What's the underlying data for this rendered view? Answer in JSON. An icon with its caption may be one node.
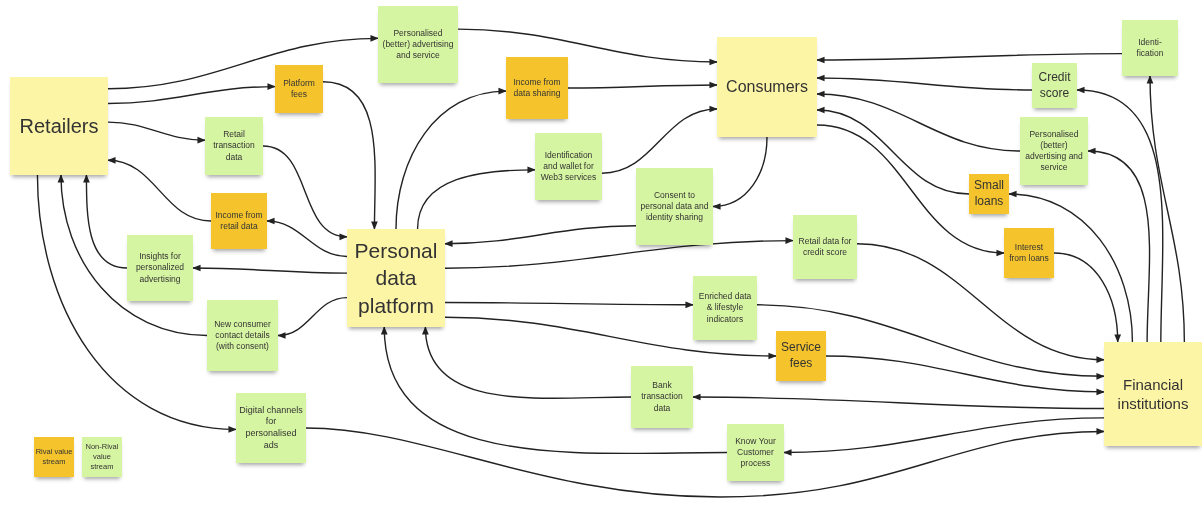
{
  "diagram": {
    "nodes": [
      {
        "text": [
          "Retailers"
        ]
      },
      {
        "text": [
          "Personalised (better) advertising and service"
        ]
      },
      {
        "text": [
          "Platform fees"
        ]
      },
      {
        "text": [
          "Retail transaction data"
        ]
      },
      {
        "text": [
          "Income from data sharing"
        ]
      },
      {
        "text": [
          "Consumers"
        ]
      },
      {
        "text": [
          "Identi-fication"
        ]
      },
      {
        "text": [
          "Credit score"
        ]
      },
      {
        "text": [
          "Identification and wallet for Web3 services"
        ]
      },
      {
        "text": [
          "Personalised (better) advertising and service"
        ]
      },
      {
        "text": [
          "Income from retail data"
        ]
      },
      {
        "text": [
          "Consent to personal data and identity sharing"
        ]
      },
      {
        "text": [
          "Small loans"
        ]
      },
      {
        "text": [
          "Retail data for credit score"
        ]
      },
      {
        "text": [
          "Interest from loans"
        ]
      },
      {
        "text": [
          "Insights for personalized advertising"
        ]
      },
      {
        "text": [
          "Personal data platform"
        ]
      },
      {
        "text": [
          "Enriched data & lifestyle indicators"
        ]
      },
      {
        "text": [
          "New consumer contact details (with consent)"
        ]
      },
      {
        "text": [
          "Service fees"
        ]
      },
      {
        "text": [
          "Financial institutions"
        ]
      },
      {
        "text": [
          "Bank transaction data"
        ]
      },
      {
        "text": [
          "Digital channels for personalised ads"
        ]
      },
      {
        "text": [
          "Know Your Customer process"
        ]
      }
    ],
    "edges": [
      {
        "from": 0,
        "to": 1,
        "arrow": "to"
      },
      {
        "from": 1,
        "to": 5,
        "arrow": "to"
      },
      {
        "from": 0,
        "to": 2,
        "arrow": "to"
      },
      {
        "from": 2,
        "to": 16,
        "arrow": "to"
      },
      {
        "from": 0,
        "to": 3,
        "arrow": "to"
      },
      {
        "from": 3,
        "to": 16,
        "arrow": "to"
      },
      {
        "from": 16,
        "to": 10,
        "arrow": "to"
      },
      {
        "from": 10,
        "to": 0,
        "arrow": "to"
      },
      {
        "from": 16,
        "to": 4,
        "arrow": "to"
      },
      {
        "from": 4,
        "to": 5,
        "arrow": "to"
      },
      {
        "from": 16,
        "to": 8,
        "arrow": "to"
      },
      {
        "from": 8,
        "to": 5,
        "arrow": "to"
      },
      {
        "from": 5,
        "to": 11,
        "arrow": "to"
      },
      {
        "from": 11,
        "to": 16,
        "arrow": "to"
      },
      {
        "from": 16,
        "to": 13,
        "arrow": "to"
      },
      {
        "from": 13,
        "to": 20,
        "arrow": "to"
      },
      {
        "from": 16,
        "to": 17,
        "arrow": "to"
      },
      {
        "from": 17,
        "to": 20,
        "arrow": "to"
      },
      {
        "from": 16,
        "to": 19,
        "arrow": "to"
      },
      {
        "from": 19,
        "to": 20,
        "arrow": "to"
      },
      {
        "from": 20,
        "to": 21,
        "arrow": "to"
      },
      {
        "from": 21,
        "to": 16,
        "arrow": "to"
      },
      {
        "from": 20,
        "to": 23,
        "arrow": "to"
      },
      {
        "from": 23,
        "to": 16,
        "arrow": "to"
      },
      {
        "from": 22,
        "to": 20,
        "arrow": "to"
      },
      {
        "from": 0,
        "to": 22,
        "arrow": "to"
      },
      {
        "from": 18,
        "to": 0,
        "arrow": "to"
      },
      {
        "from": 15,
        "to": 0,
        "arrow": "to"
      },
      {
        "from": 16,
        "to": 15,
        "arrow": "to"
      },
      {
        "from": 16,
        "to": 18,
        "arrow": "to"
      },
      {
        "from": 6,
        "to": 5,
        "arrow": "to"
      },
      {
        "from": 7,
        "to": 5,
        "arrow": "to"
      },
      {
        "from": 20,
        "to": 7,
        "arrow": "to"
      },
      {
        "from": 9,
        "to": 5,
        "arrow": "to"
      },
      {
        "from": 20,
        "to": 9,
        "arrow": "to"
      },
      {
        "from": 12,
        "to": 5,
        "arrow": "to"
      },
      {
        "from": 20,
        "to": 12,
        "arrow": "to"
      },
      {
        "from": 5,
        "to": 14,
        "arrow": "to"
      },
      {
        "from": 14,
        "to": 20,
        "arrow": "to"
      },
      {
        "from": 20,
        "to": 6,
        "arrow": "to"
      }
    ],
    "legend": [
      {
        "text": "Rival value stream",
        "color": "#f5c42c"
      },
      {
        "text": "Non-Rival value stream",
        "color": "#d6f5a2"
      }
    ]
  }
}
